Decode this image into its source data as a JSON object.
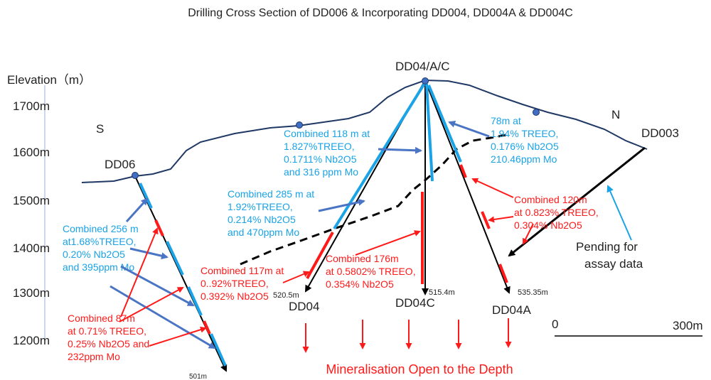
{
  "title": "Drilling Cross Section of DD006 & Incorporating DD004, DD004A & DD004C",
  "elevation_axis": {
    "label": "Elevation（m）",
    "ticks": [
      "1700m",
      "1600m",
      "1500m",
      "1400m",
      "1300m",
      "1200m"
    ]
  },
  "directions": {
    "south": "S",
    "north": "N"
  },
  "holes": {
    "dd06": {
      "name": "DD06",
      "depth": "501m"
    },
    "collar_label": "DD04/A/C",
    "dd04": {
      "name": "DD04",
      "depth": "520.5m"
    },
    "dd04c": {
      "name": "DD04C",
      "depth": "515.4m"
    },
    "dd04a": {
      "name": "DD04A",
      "depth": "535.35m"
    },
    "dd003": {
      "name": "DD003"
    }
  },
  "annotations_blue": {
    "a118": [
      "Combined 118 m at",
      "1.827%TREEO,",
      "0.1711% Nb2O5",
      "and 316 ppm Mo"
    ],
    "a78": [
      "78m at",
      "1.94% TREEO,",
      "0.176% Nb2O5",
      "210.46ppm Mo"
    ],
    "a285": [
      "Combined 285 m at",
      "1.92%TREEO,",
      "0.214% Nb2O5",
      "and 470ppm Mo"
    ],
    "a256": [
      "Combined 256 m",
      "at1.68%TREEO,",
      "0.20% Nb2O5",
      "and 395ppm Mo"
    ]
  },
  "annotations_red": {
    "a120": [
      "Combined  120m",
      "at 0.823% TREEO,",
      "0.304% Nb2O5"
    ],
    "a176": [
      "Combined  176m",
      " at 0.5802% TREEO,",
      "0.354% Nb2O5"
    ],
    "a117": [
      "Combined 117m at",
      "0..92%TREEO,",
      "0.392% Nb2O5"
    ],
    "a87": [
      "Combined  87m",
      " at 0.71% TREEO,",
      "0.25% Nb2O5 and",
      "232ppm Mo"
    ]
  },
  "pending": [
    "Pending for",
    "assay data"
  ],
  "scale_bar": {
    "start": "0",
    "end": "300m"
  },
  "footer": "Mineralisation Open to the Depth",
  "colors": {
    "blue_text": "#1aa3e6",
    "red_text": "#ff1a1a",
    "arrow_blue": "#4a74c4",
    "surface": "#1f3864"
  }
}
